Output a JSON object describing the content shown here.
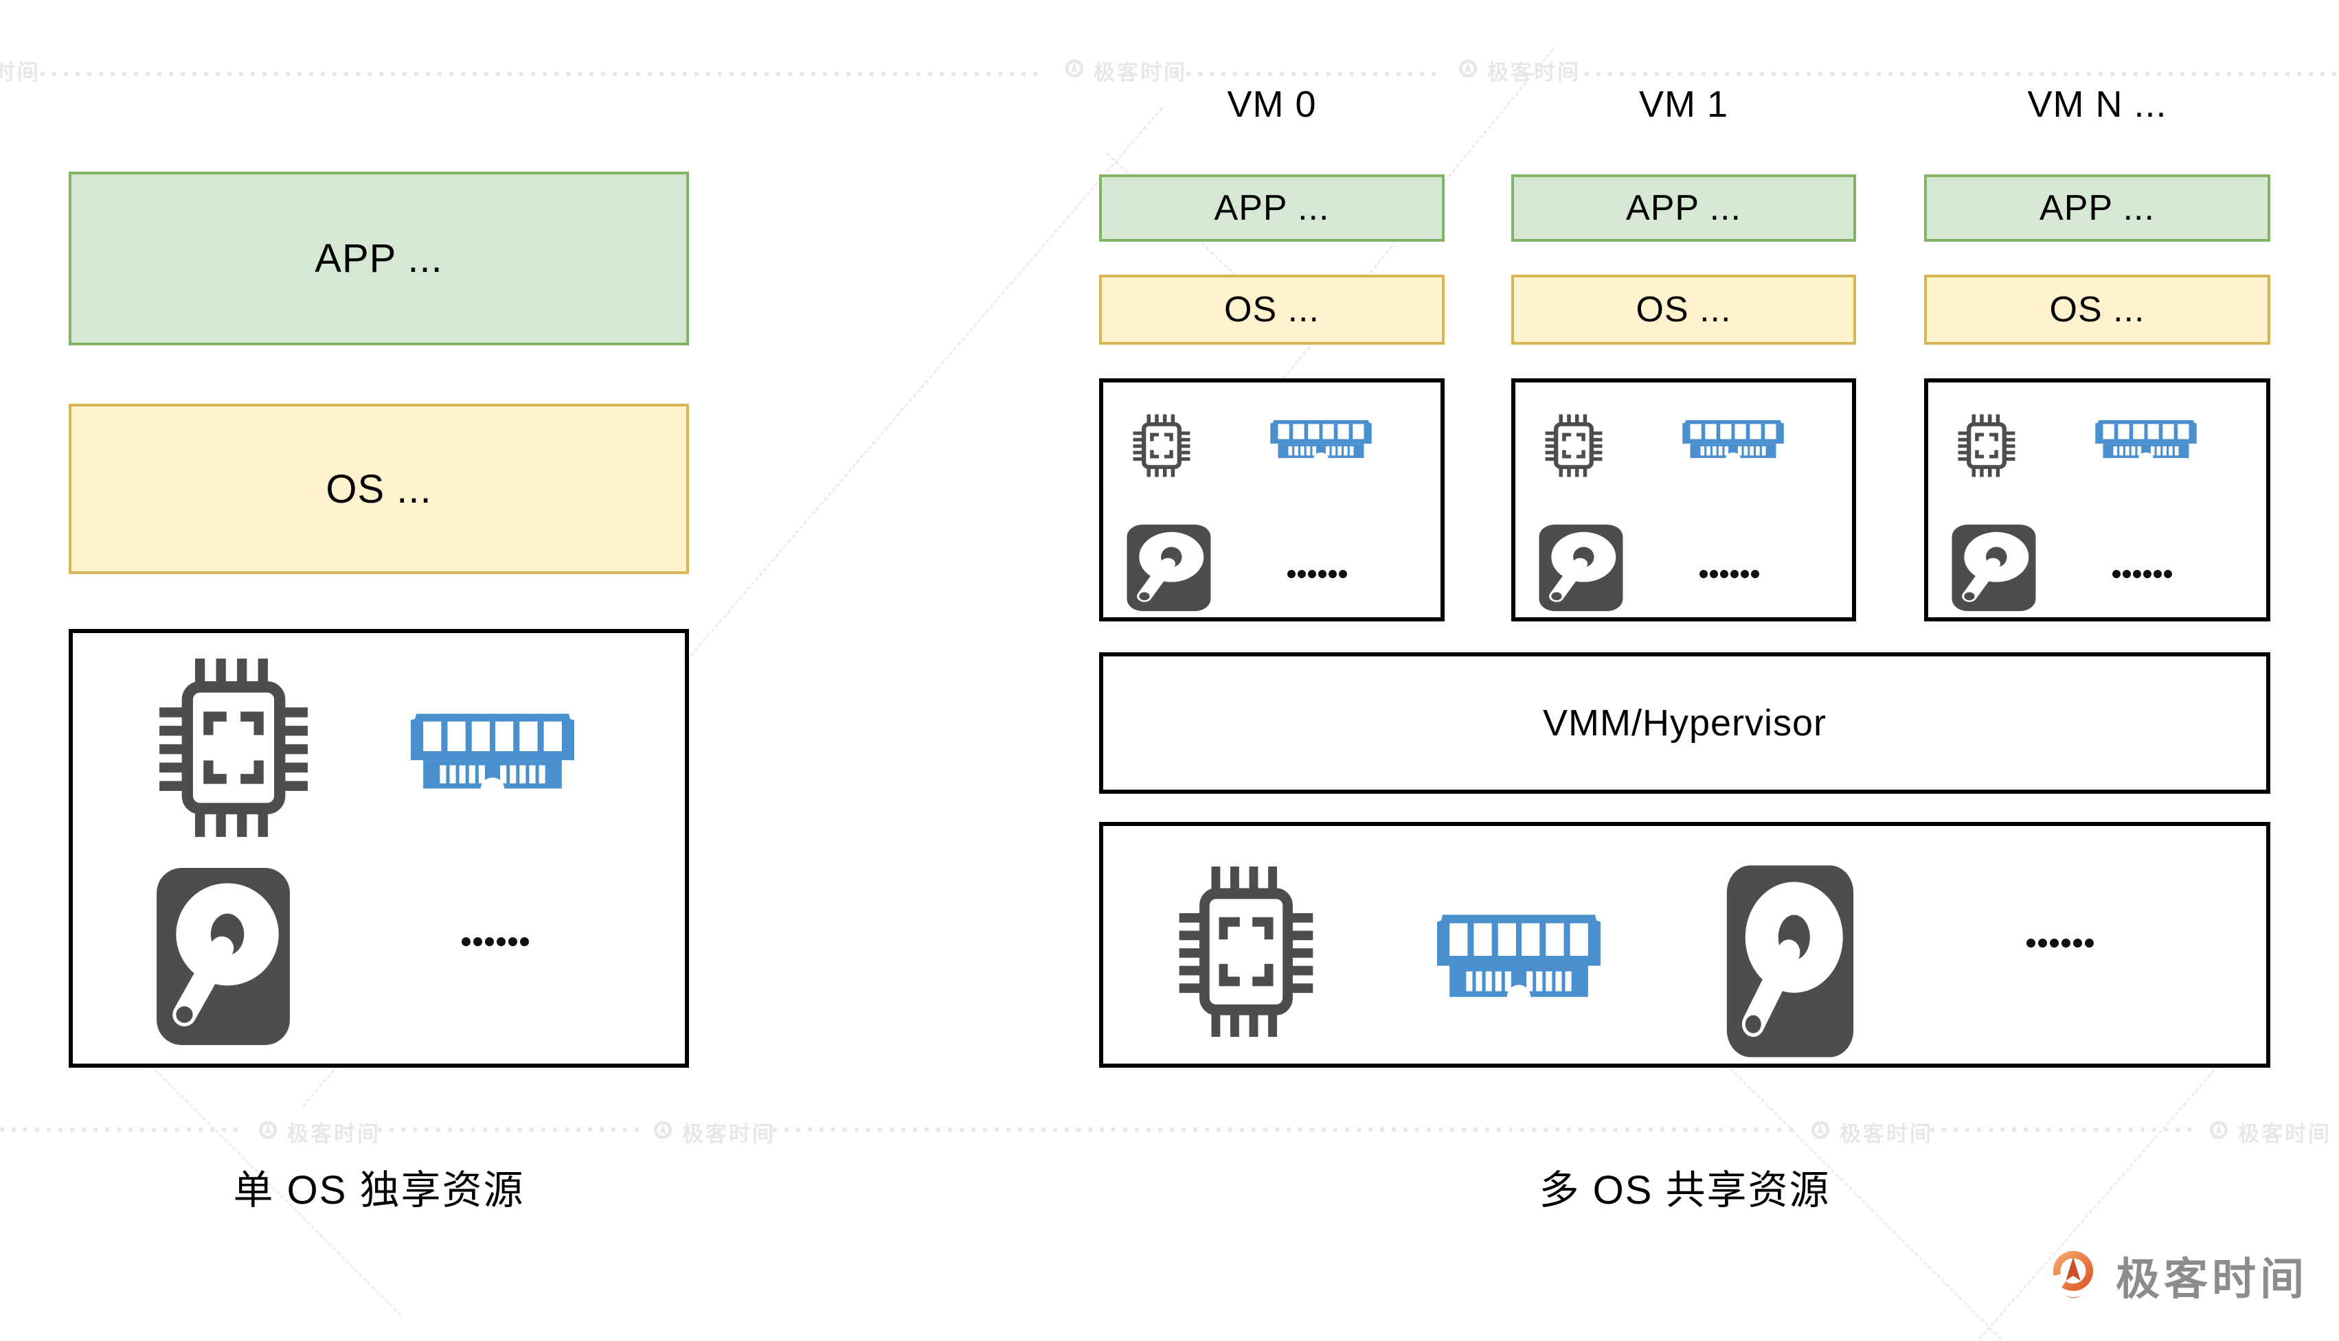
{
  "watermark": {
    "brand": "极客时间"
  },
  "footer": {
    "brand": "极客时间"
  },
  "left_panel": {
    "app_box": {
      "label": "APP ..."
    },
    "os_box": {
      "label": "OS ..."
    },
    "hw_box": {
      "ellipsis": "……"
    },
    "caption": "单 OS 独享资源"
  },
  "right_panel": {
    "vms": [
      {
        "title": "VM 0",
        "app_label": "APP ...",
        "os_label": "OS ...",
        "ellipsis": "……"
      },
      {
        "title": "VM 1",
        "app_label": "APP ...",
        "os_label": "OS ...",
        "ellipsis": "……"
      },
      {
        "title": "VM N ...",
        "app_label": "APP ...",
        "os_label": "OS ...",
        "ellipsis": "……"
      }
    ],
    "vmm_box": {
      "label": "VMM/Hypervisor"
    },
    "hw_box": {
      "ellipsis": "……"
    },
    "caption": "多 OS 共享资源"
  },
  "colors": {
    "app_fill": "#d5e8d4",
    "app_border": "#82b366",
    "os_fill": "#fff2cc",
    "os_border": "#d6b656",
    "hw_box_border": "#000000",
    "icon_gray": "#4d4d4d",
    "icon_blue": "#4a90cf",
    "watermark_gray": "#e7e7e7",
    "brand_orange_light": "#f5a569",
    "brand_orange_dark": "#df582a",
    "brand_text_gray": "#8c8c8c"
  },
  "icons": {
    "cpu": "cpu-chip-icon",
    "memory": "ram-memory-icon",
    "disk": "hard-disk-icon",
    "ellipsis": "ellipsis-dots",
    "brand": "geektime-logo-icon"
  }
}
